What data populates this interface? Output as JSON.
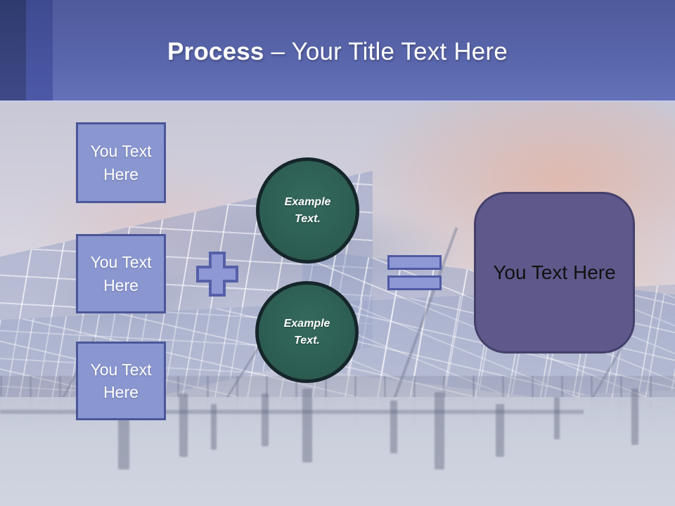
{
  "slide": {
    "title": {
      "bold": "Process",
      "rest": "– Your Title Text Here"
    },
    "input_boxes": [
      {
        "label": "You Text Here"
      },
      {
        "label": "You Text Here"
      },
      {
        "label": "You Text Here"
      }
    ],
    "operators": [
      {
        "name": "plus-shape",
        "symbol": "+"
      },
      {
        "name": "equals-shape",
        "symbol": "="
      }
    ],
    "example_circles": [
      {
        "label": "Example Text."
      },
      {
        "label": "Example Text."
      }
    ],
    "result_box": {
      "label": "You Text Here"
    },
    "colors": {
      "header_top": "#4e5a9a",
      "header_bottom": "#6571b8",
      "stripe_dark": "#2f3a6e",
      "stripe_mid": "#3e4a90",
      "box_fill": "#8a96d0",
      "box_border": "#4b5699",
      "circle_fill": "#2d5e54",
      "circle_border": "#15262a",
      "operator_fill": "#8d98d5",
      "operator_border": "#4f5aa4",
      "result_fill": "#5e588b",
      "result_border": "#44406a",
      "title_text": "#ffffff"
    }
  }
}
